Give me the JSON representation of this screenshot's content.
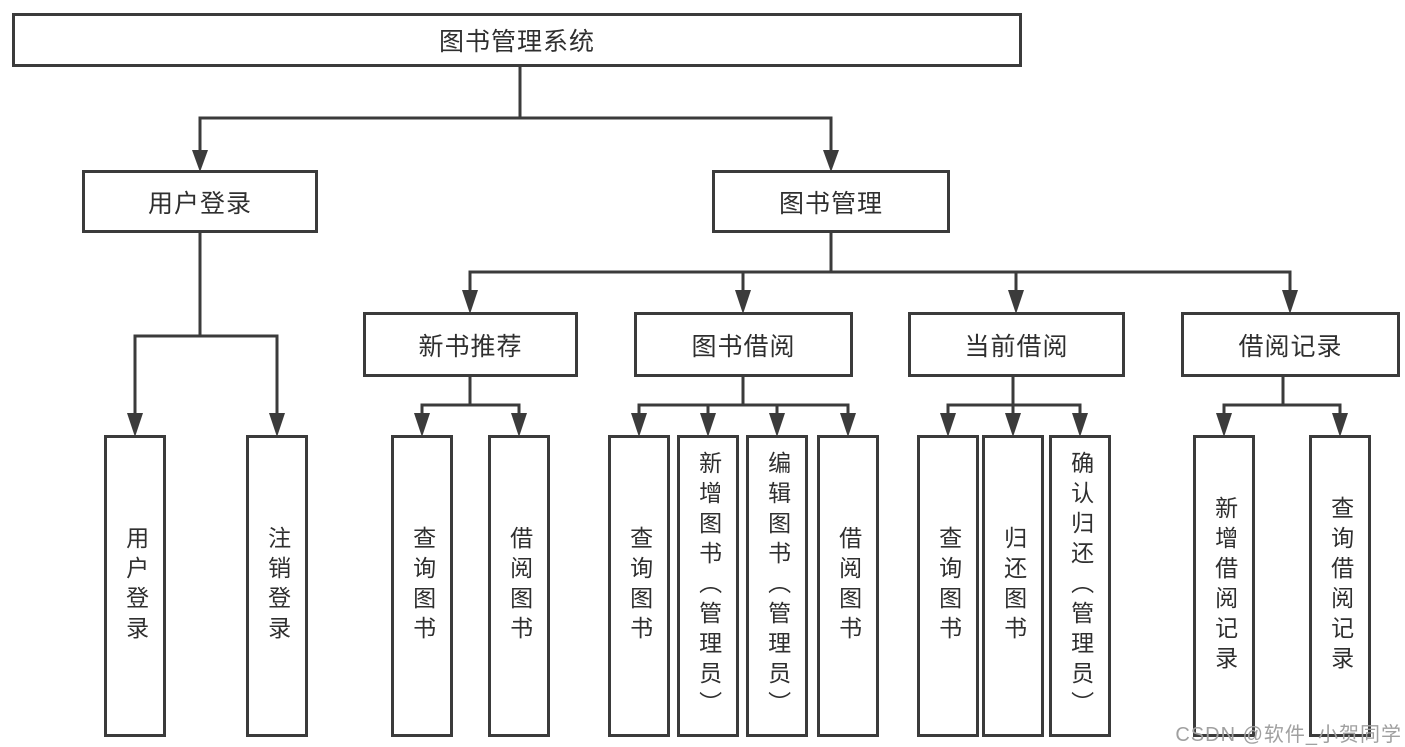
{
  "diagram": {
    "root": {
      "label": "图书管理系统"
    },
    "branches": [
      {
        "label": "用户登录",
        "leaves": [
          "用户登录",
          "注销登录"
        ]
      },
      {
        "label": "图书管理",
        "sections": [
          {
            "label": "新书推荐",
            "leaves": [
              "查询图书",
              "借阅图书"
            ]
          },
          {
            "label": "图书借阅",
            "leaves": [
              "查询图书",
              "新增图书（管理员）",
              "编辑图书（管理员）",
              "借阅图书"
            ]
          },
          {
            "label": "当前借阅",
            "leaves": [
              "查询图书",
              "归还图书",
              "确认归还（管理员）"
            ]
          },
          {
            "label": "借阅记录",
            "leaves": [
              "新增借阅记录",
              "查询借阅记录"
            ]
          }
        ]
      }
    ]
  },
  "watermark": {
    "text": "CSDN @软件_小贺同学"
  },
  "colors": {
    "line": "#3b3b3b",
    "text": "#2f2f2f",
    "background": "#ffffff",
    "watermark": "#a0a0a0"
  }
}
